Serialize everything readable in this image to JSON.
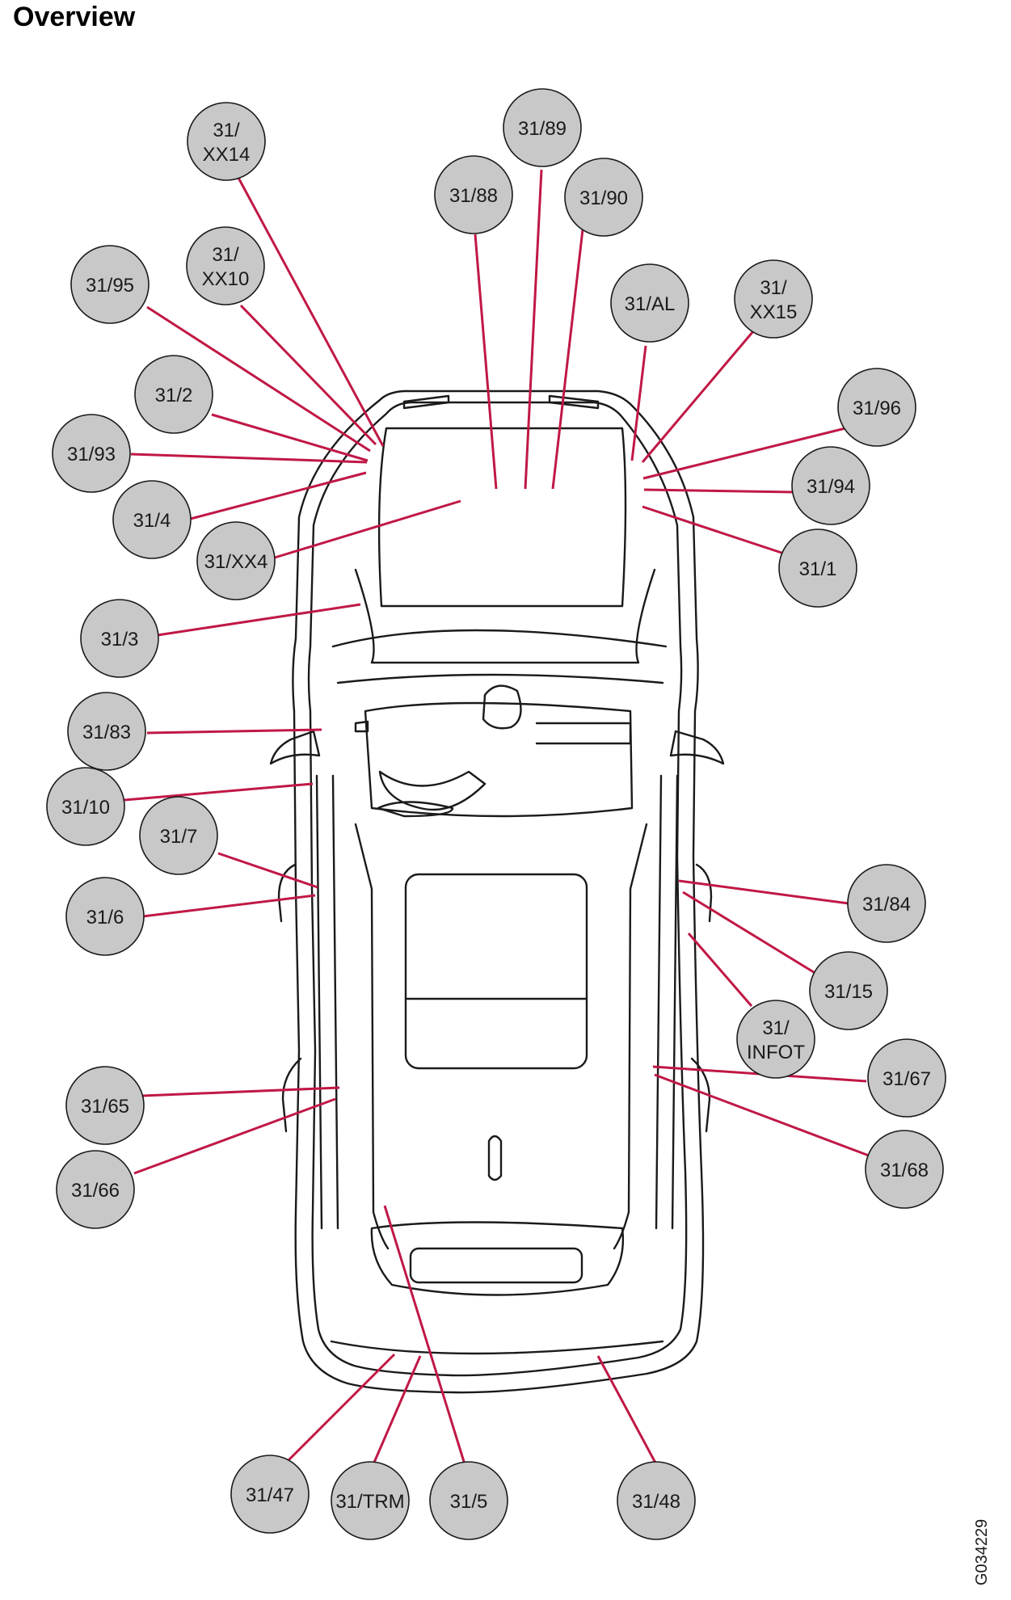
{
  "title": "Overview",
  "figure_code": "G034229",
  "colors": {
    "leader": "#c01845",
    "bubble_fill": "#c8c8c8",
    "outline": "#1a1a1a"
  },
  "callouts": [
    {
      "id": "31/XX14",
      "lines": [
        "31/",
        "XX14"
      ]
    },
    {
      "id": "31/89",
      "lines": [
        "31/89"
      ]
    },
    {
      "id": "31/88",
      "lines": [
        "31/88"
      ]
    },
    {
      "id": "31/90",
      "lines": [
        "31/90"
      ]
    },
    {
      "id": "31/XX10",
      "lines": [
        "31/",
        "XX10"
      ]
    },
    {
      "id": "31/95",
      "lines": [
        "31/95"
      ]
    },
    {
      "id": "31/AL",
      "lines": [
        "31/AL"
      ]
    },
    {
      "id": "31/XX15",
      "lines": [
        "31/",
        "XX15"
      ]
    },
    {
      "id": "31/2",
      "lines": [
        "31/2"
      ]
    },
    {
      "id": "31/96",
      "lines": [
        "31/96"
      ]
    },
    {
      "id": "31/93",
      "lines": [
        "31/93"
      ]
    },
    {
      "id": "31/94",
      "lines": [
        "31/94"
      ]
    },
    {
      "id": "31/4",
      "lines": [
        "31/4"
      ]
    },
    {
      "id": "31/XX4",
      "lines": [
        "31/XX4"
      ]
    },
    {
      "id": "31/1",
      "lines": [
        "31/1"
      ]
    },
    {
      "id": "31/3",
      "lines": [
        "31/3"
      ]
    },
    {
      "id": "31/83",
      "lines": [
        "31/83"
      ]
    },
    {
      "id": "31/10",
      "lines": [
        "31/10"
      ]
    },
    {
      "id": "31/7",
      "lines": [
        "31/7"
      ]
    },
    {
      "id": "31/6",
      "lines": [
        "31/6"
      ]
    },
    {
      "id": "31/84",
      "lines": [
        "31/84"
      ]
    },
    {
      "id": "31/15",
      "lines": [
        "31/15"
      ]
    },
    {
      "id": "31/INFOT",
      "lines": [
        "31/",
        "INFOT"
      ]
    },
    {
      "id": "31/67",
      "lines": [
        "31/67"
      ]
    },
    {
      "id": "31/65",
      "lines": [
        "31/65"
      ]
    },
    {
      "id": "31/68",
      "lines": [
        "31/68"
      ]
    },
    {
      "id": "31/66",
      "lines": [
        "31/66"
      ]
    },
    {
      "id": "31/47",
      "lines": [
        "31/47"
      ]
    },
    {
      "id": "31/TRM",
      "lines": [
        "31/TRM"
      ]
    },
    {
      "id": "31/5",
      "lines": [
        "31/5"
      ]
    },
    {
      "id": "31/48",
      "lines": [
        "31/48"
      ]
    }
  ]
}
